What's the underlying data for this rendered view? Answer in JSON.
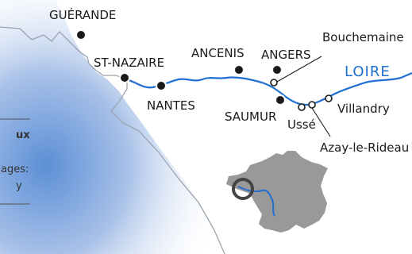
{
  "map": {
    "colors": {
      "land": "#ffffff",
      "sea_dark": "#5c8fd6",
      "sea_light": "#e9eef7",
      "coast": "#9aa3ad",
      "river": "#1f6fd1",
      "river_label": "#1f6fd1",
      "city_dot": "#1a1a1a",
      "inset_land": "#999999",
      "inset_highlight": "#444444"
    },
    "river_label": "LOIRE",
    "cities": [
      {
        "id": "guerande",
        "name": "GUÉRANDE",
        "marker": "major"
      },
      {
        "id": "st-nazaire",
        "name": "ST-NAZAIRE",
        "marker": "major"
      },
      {
        "id": "nantes",
        "name": "NANTES",
        "marker": "major"
      },
      {
        "id": "ancenis",
        "name": "ANCENIS",
        "marker": "major"
      },
      {
        "id": "angers",
        "name": "ANGERS",
        "marker": "major"
      },
      {
        "id": "saumur",
        "name": "SAUMUR",
        "marker": "major"
      },
      {
        "id": "bouchemaine",
        "name": "Bouchemaine",
        "marker": "minor"
      },
      {
        "id": "usse",
        "name": "Ussé",
        "marker": "minor"
      },
      {
        "id": "villandry",
        "name": "Villandry",
        "marker": "minor"
      },
      {
        "id": "azay",
        "name": "Azay-le-Rideau",
        "marker": "minor"
      }
    ],
    "side_panel": {
      "line1": "ux",
      "line2": "ages:",
      "line3": "y"
    }
  }
}
